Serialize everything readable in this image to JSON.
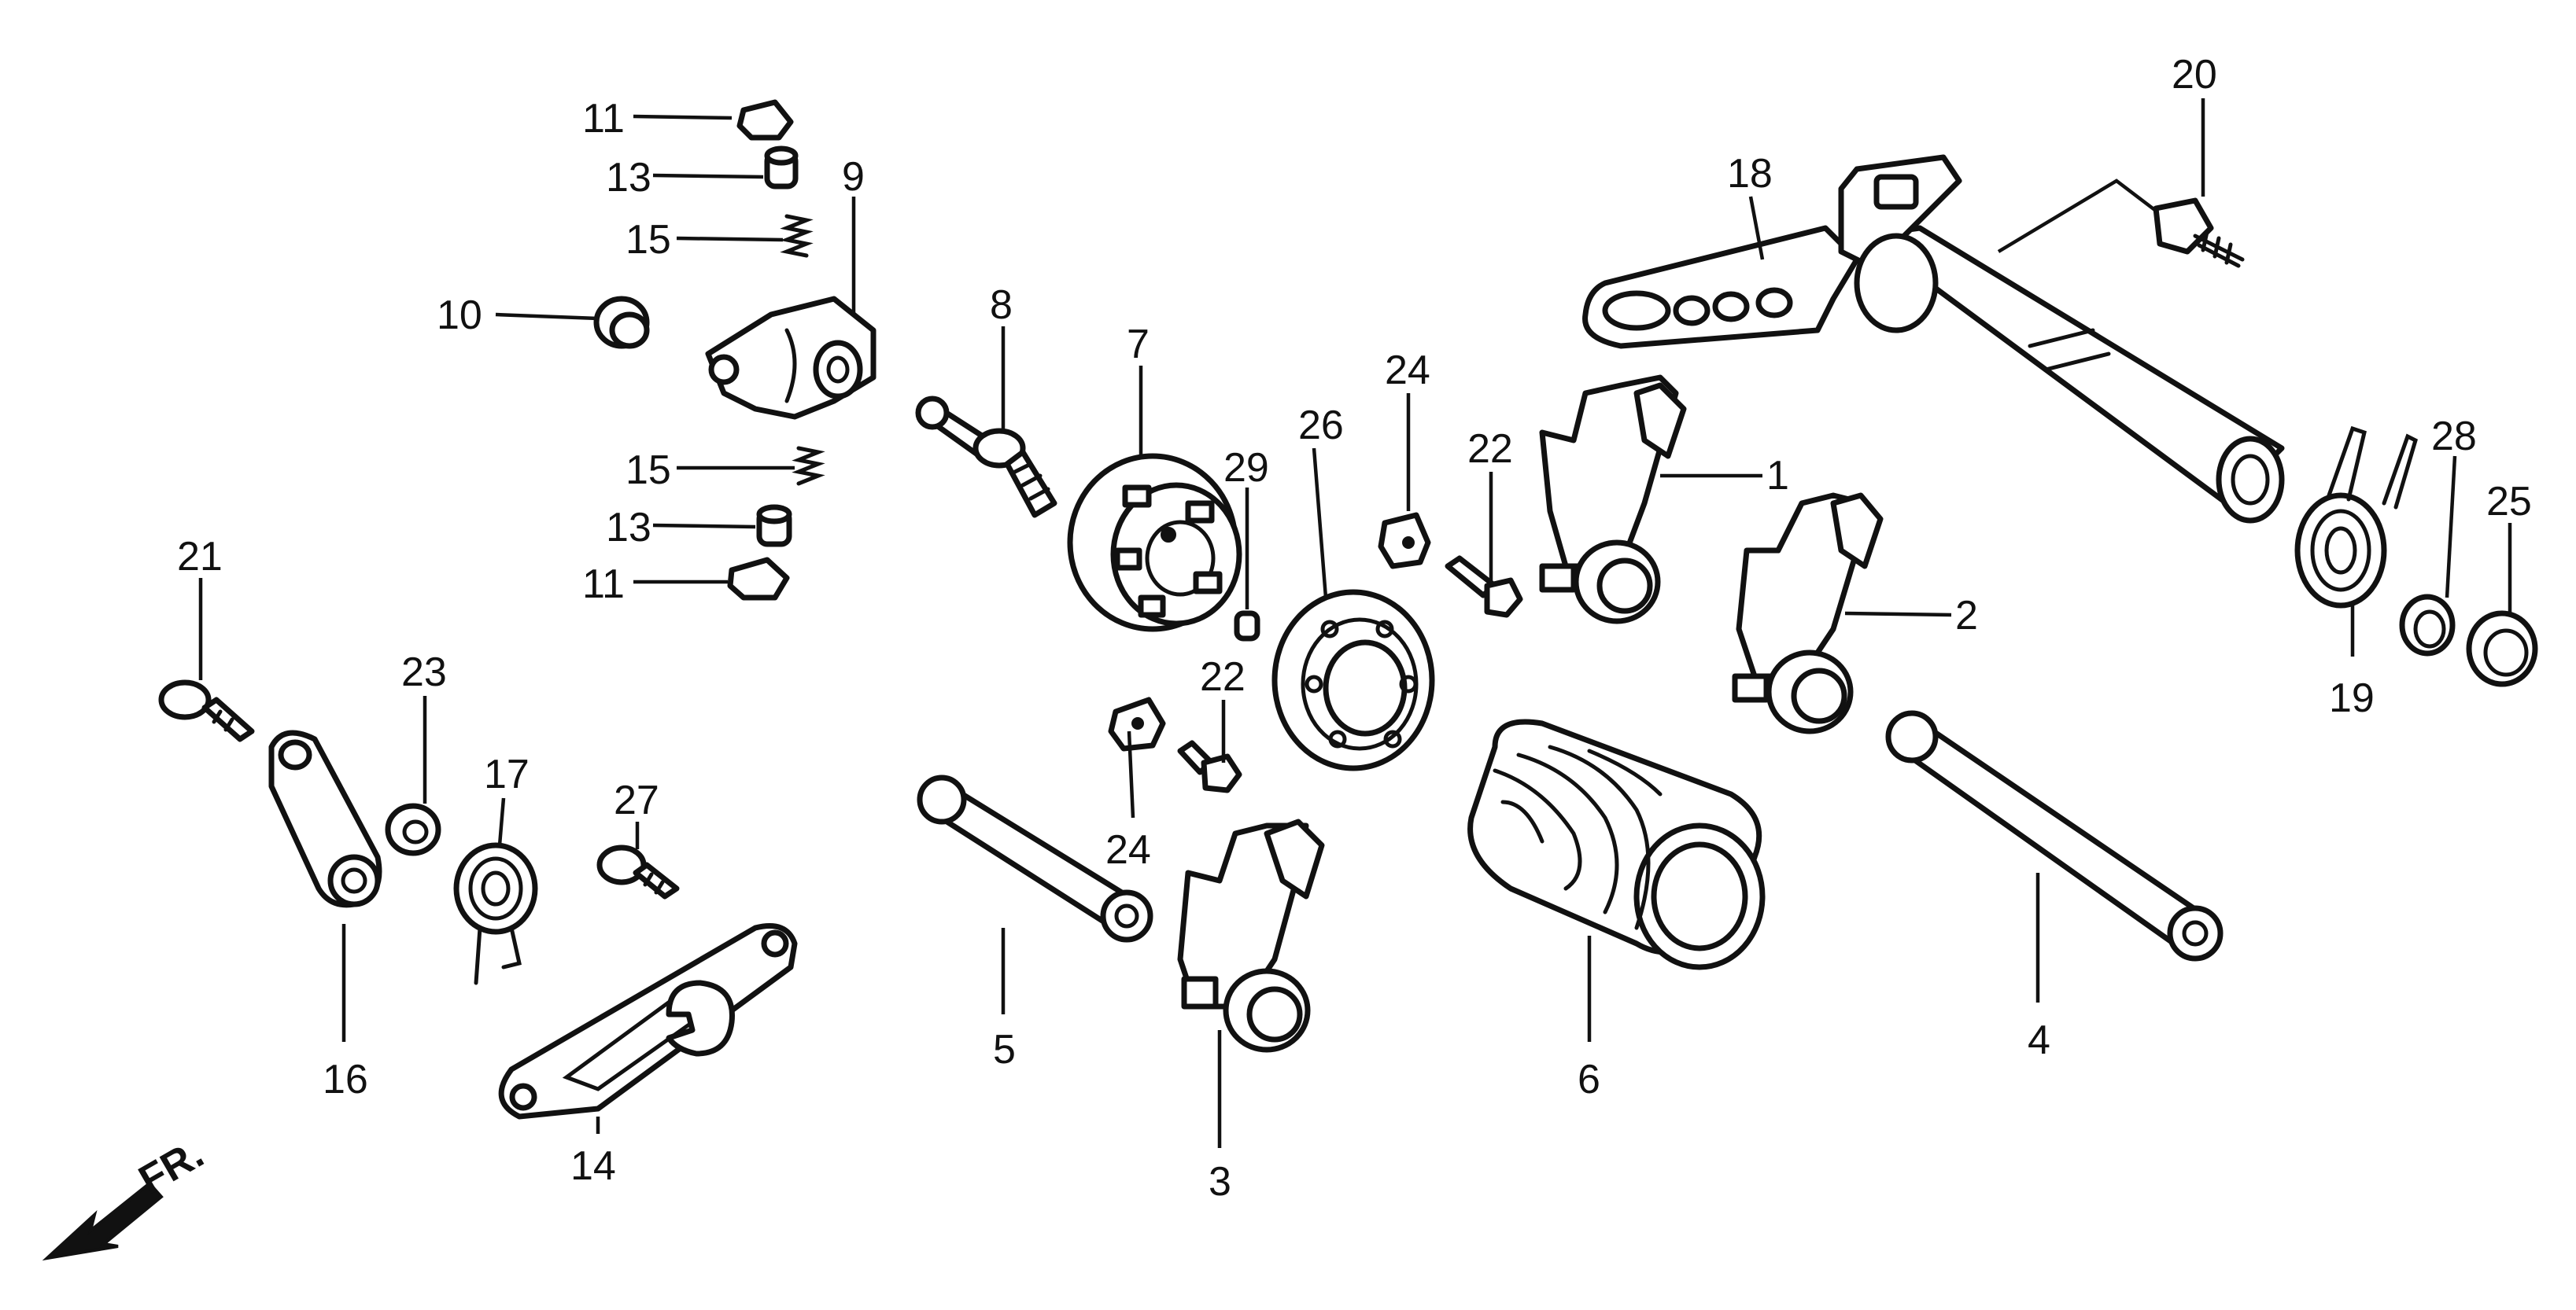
{
  "callouts": {
    "c1": "1",
    "c2": "2",
    "c3": "3",
    "c4": "4",
    "c5": "5",
    "c6": "6",
    "c7": "7",
    "c8": "8",
    "c9": "9",
    "c10": "10",
    "c11a": "11",
    "c11b": "11",
    "c13a": "13",
    "c13b": "13",
    "c14": "14",
    "c15a": "15",
    "c15b": "15",
    "c16": "16",
    "c17": "17",
    "c18": "18",
    "c19": "19",
    "c20": "20",
    "c21": "21",
    "c22a": "22",
    "c22b": "22",
    "c23": "23",
    "c24a": "24",
    "c24b": "24",
    "c25": "25",
    "c26": "26",
    "c27": "27",
    "c28": "28",
    "c29": "29"
  },
  "direction_indicator": {
    "label": "FR."
  },
  "icons": {
    "front_arrow": "arrow-left-down-icon"
  }
}
